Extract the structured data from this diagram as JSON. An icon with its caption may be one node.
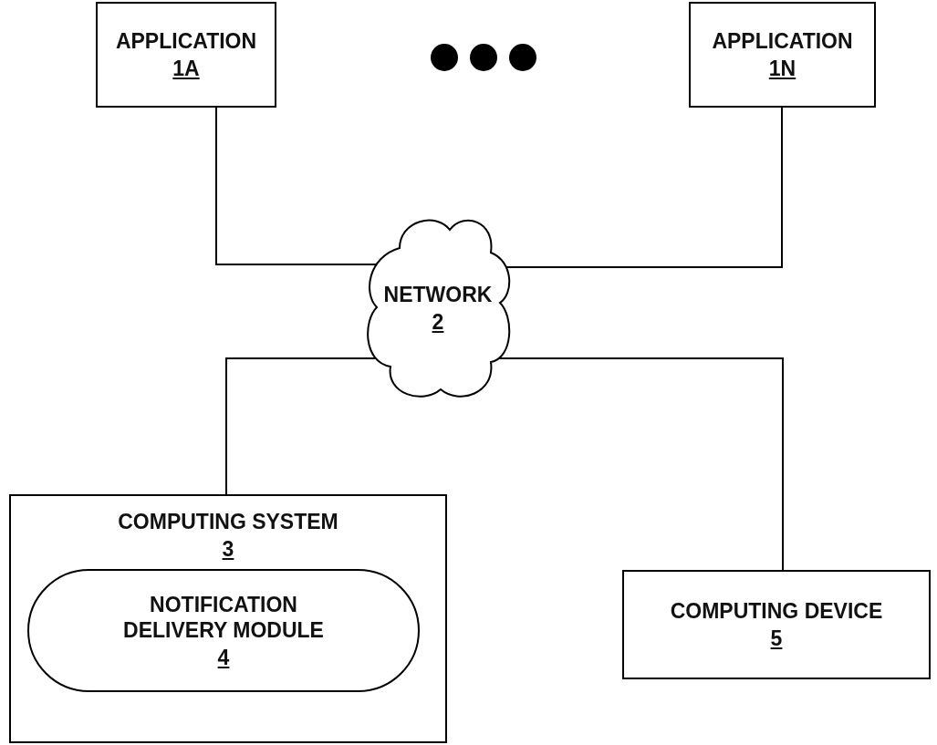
{
  "diagram": {
    "nodes": [
      {
        "text": [
          "APPLICATION",
          "1A"
        ]
      },
      {
        "text": [
          "APPLICATION",
          "1N"
        ]
      },
      {
        "text": [
          "NETWORK",
          "2"
        ]
      },
      {
        "text": [
          "COMPUTING SYSTEM",
          "3"
        ]
      },
      {
        "text": [
          "NOTIFICATION DELIVERY MODULE",
          "4"
        ],
        "in": 3
      },
      {
        "text": [
          "COMPUTING DEVICE",
          "5"
        ]
      }
    ],
    "edges": [
      {
        "from": 0,
        "to": 2,
        "arrow": "none"
      },
      {
        "from": 1,
        "to": 2,
        "arrow": "none"
      },
      {
        "from": 2,
        "to": 3,
        "arrow": "none"
      },
      {
        "from": 2,
        "to": 5,
        "arrow": "none"
      }
    ]
  }
}
